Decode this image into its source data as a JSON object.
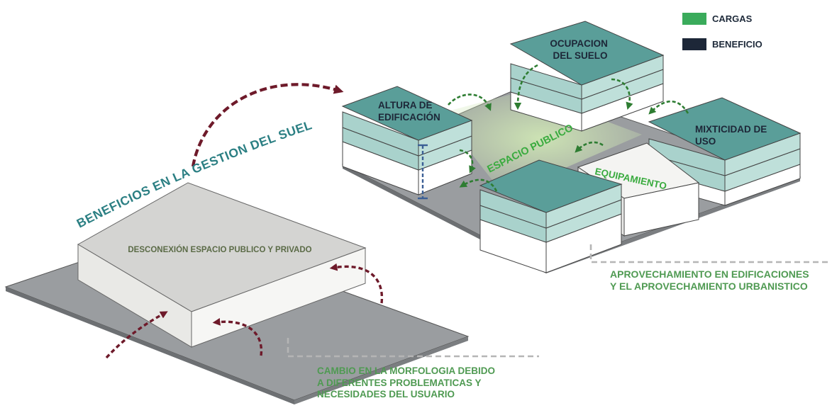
{
  "legend": {
    "items": [
      {
        "label": "CARGAS",
        "color": "#3aab5b"
      },
      {
        "label": "BENEFICIO",
        "color": "#1d2738"
      }
    ]
  },
  "left_block": {
    "label": "DESCONEXIÓN ESPACIO PUBLICO Y PRIVADO"
  },
  "arc_title": "BENEFICIOS EN LA GESTION DEL SUELO",
  "buildings": {
    "altura": "ALTURA DE\nEDIFICACIÓN",
    "ocupacion": "OCUPACION\nDEL SUELO",
    "mixticidad": "MIXTICIDAD DE\nUSO",
    "espacio_publico": "ESPACIO PUBLICO",
    "equipamiento": "EQUIPAMIENTO"
  },
  "captions": {
    "aprovechamiento": "APROVECHAMIENTO EN EDIFICACIONES\nY EL APROVECHAMIENTO URBANISTICO",
    "cambio": "CAMBIO EN LA MORFOLOGIA DEBIDO\nA DIFERENTES PROBLEMATICAS Y\nNECESIDADES DEL USUARIO"
  },
  "colors": {
    "teal_top": "#5a9e99",
    "teal_side": "#a9d2cc",
    "ground": "#9a9da0",
    "maroon": "#6e1a2a",
    "green_arrow": "#2e7d32",
    "title_teal": "#2b7f83"
  }
}
